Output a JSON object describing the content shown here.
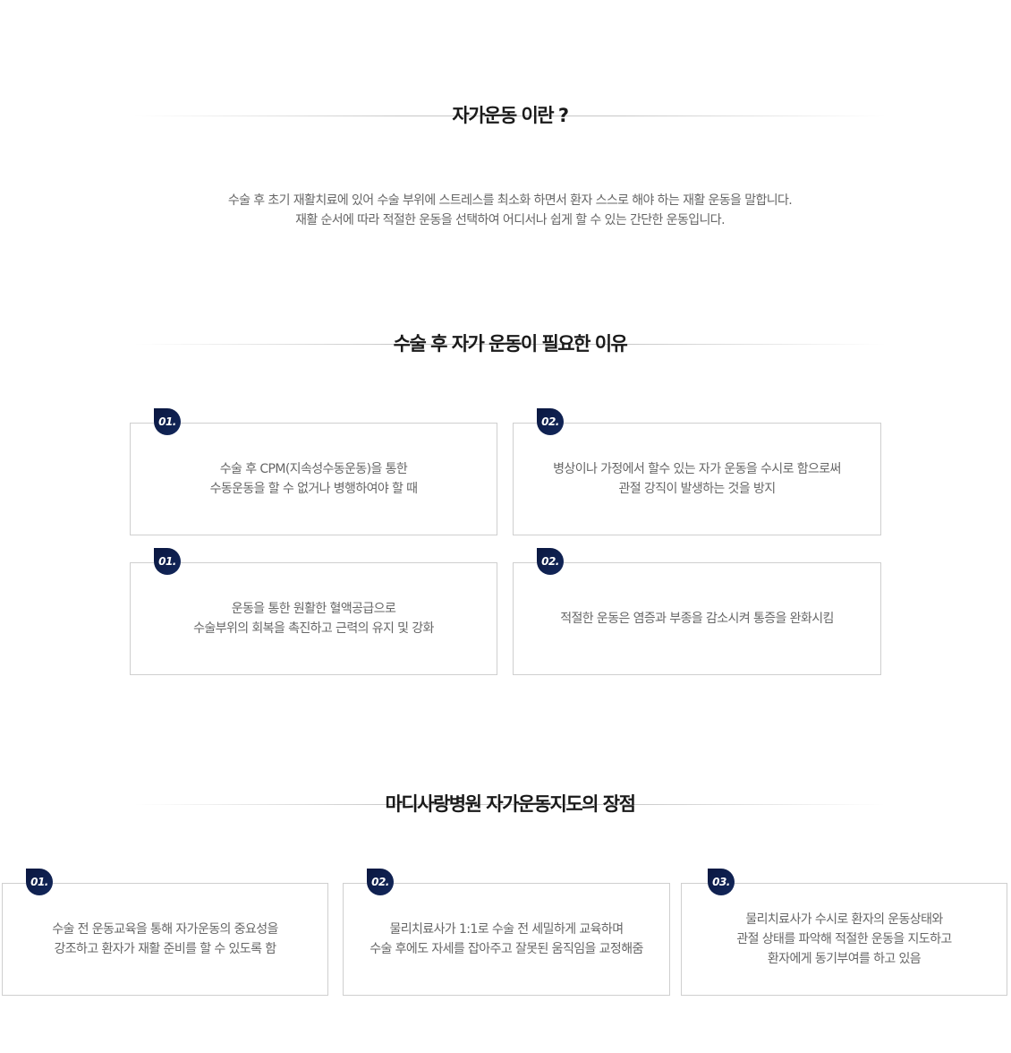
{
  "section1": {
    "title": "자가운동 이란 ?",
    "lines": [
      "수술 후 초기 재활치료에 있어 수술 부위에 스트레스를 최소화 하면서 환자 스스로 해야 하는 재활 운동을 말합니다.",
      "재활 순서에 따라 적절한 운동을 선택하여 어디서나 쉽게 할 수 있는 간단한 운동입니다."
    ]
  },
  "section2": {
    "title": "수술 후 자가 운동이 필요한 이유",
    "cards": [
      {
        "badge": "01.",
        "lines": [
          "수술 후 CPM(지속성수동운동)을 통한",
          "수동운동을 할 수 없거나 병행하여야 할 때"
        ]
      },
      {
        "badge": "02.",
        "lines": [
          "병상이나 가정에서 할수 있는 자가 운동을 수시로 함으로써",
          "관절 강직이 발생하는 것을 방지"
        ]
      },
      {
        "badge": "01.",
        "lines": [
          "운동을 통한 원활한 혈액공급으로",
          "수술부위의 회복을 촉진하고 근력의 유지 및 강화"
        ]
      },
      {
        "badge": "02.",
        "lines": [
          "적절한 운동은 염증과 부종을 감소시켜 통증을 완화시킴"
        ]
      }
    ]
  },
  "section3": {
    "title": "마디사랑병원 자가운동지도의 장점",
    "cards": [
      {
        "badge": "01.",
        "lines": [
          "수술 전 운동교육을 통해 자가운동의 중요성을",
          "강조하고 환자가 재활 준비를 할 수 있도록 함"
        ]
      },
      {
        "badge": "02.",
        "lines": [
          "물리치료사가 1:1로 수술 전 세밀하게 교육하며",
          "수술 후에도 자세를 잡아주고 잘못된 움직임을 교정해줌"
        ]
      },
      {
        "badge": "03.",
        "lines": [
          "물리치료사가 수시로 환자의 운동상태와",
          "관절 상태를 파악해 적절한 운동을 지도하고",
          "환자에게 동기부여를 하고 있음"
        ]
      }
    ]
  },
  "colors": {
    "badge": "#0a1740",
    "title": "#1a1a1a",
    "body_text": "#666666",
    "border": "#cfcfcf"
  }
}
